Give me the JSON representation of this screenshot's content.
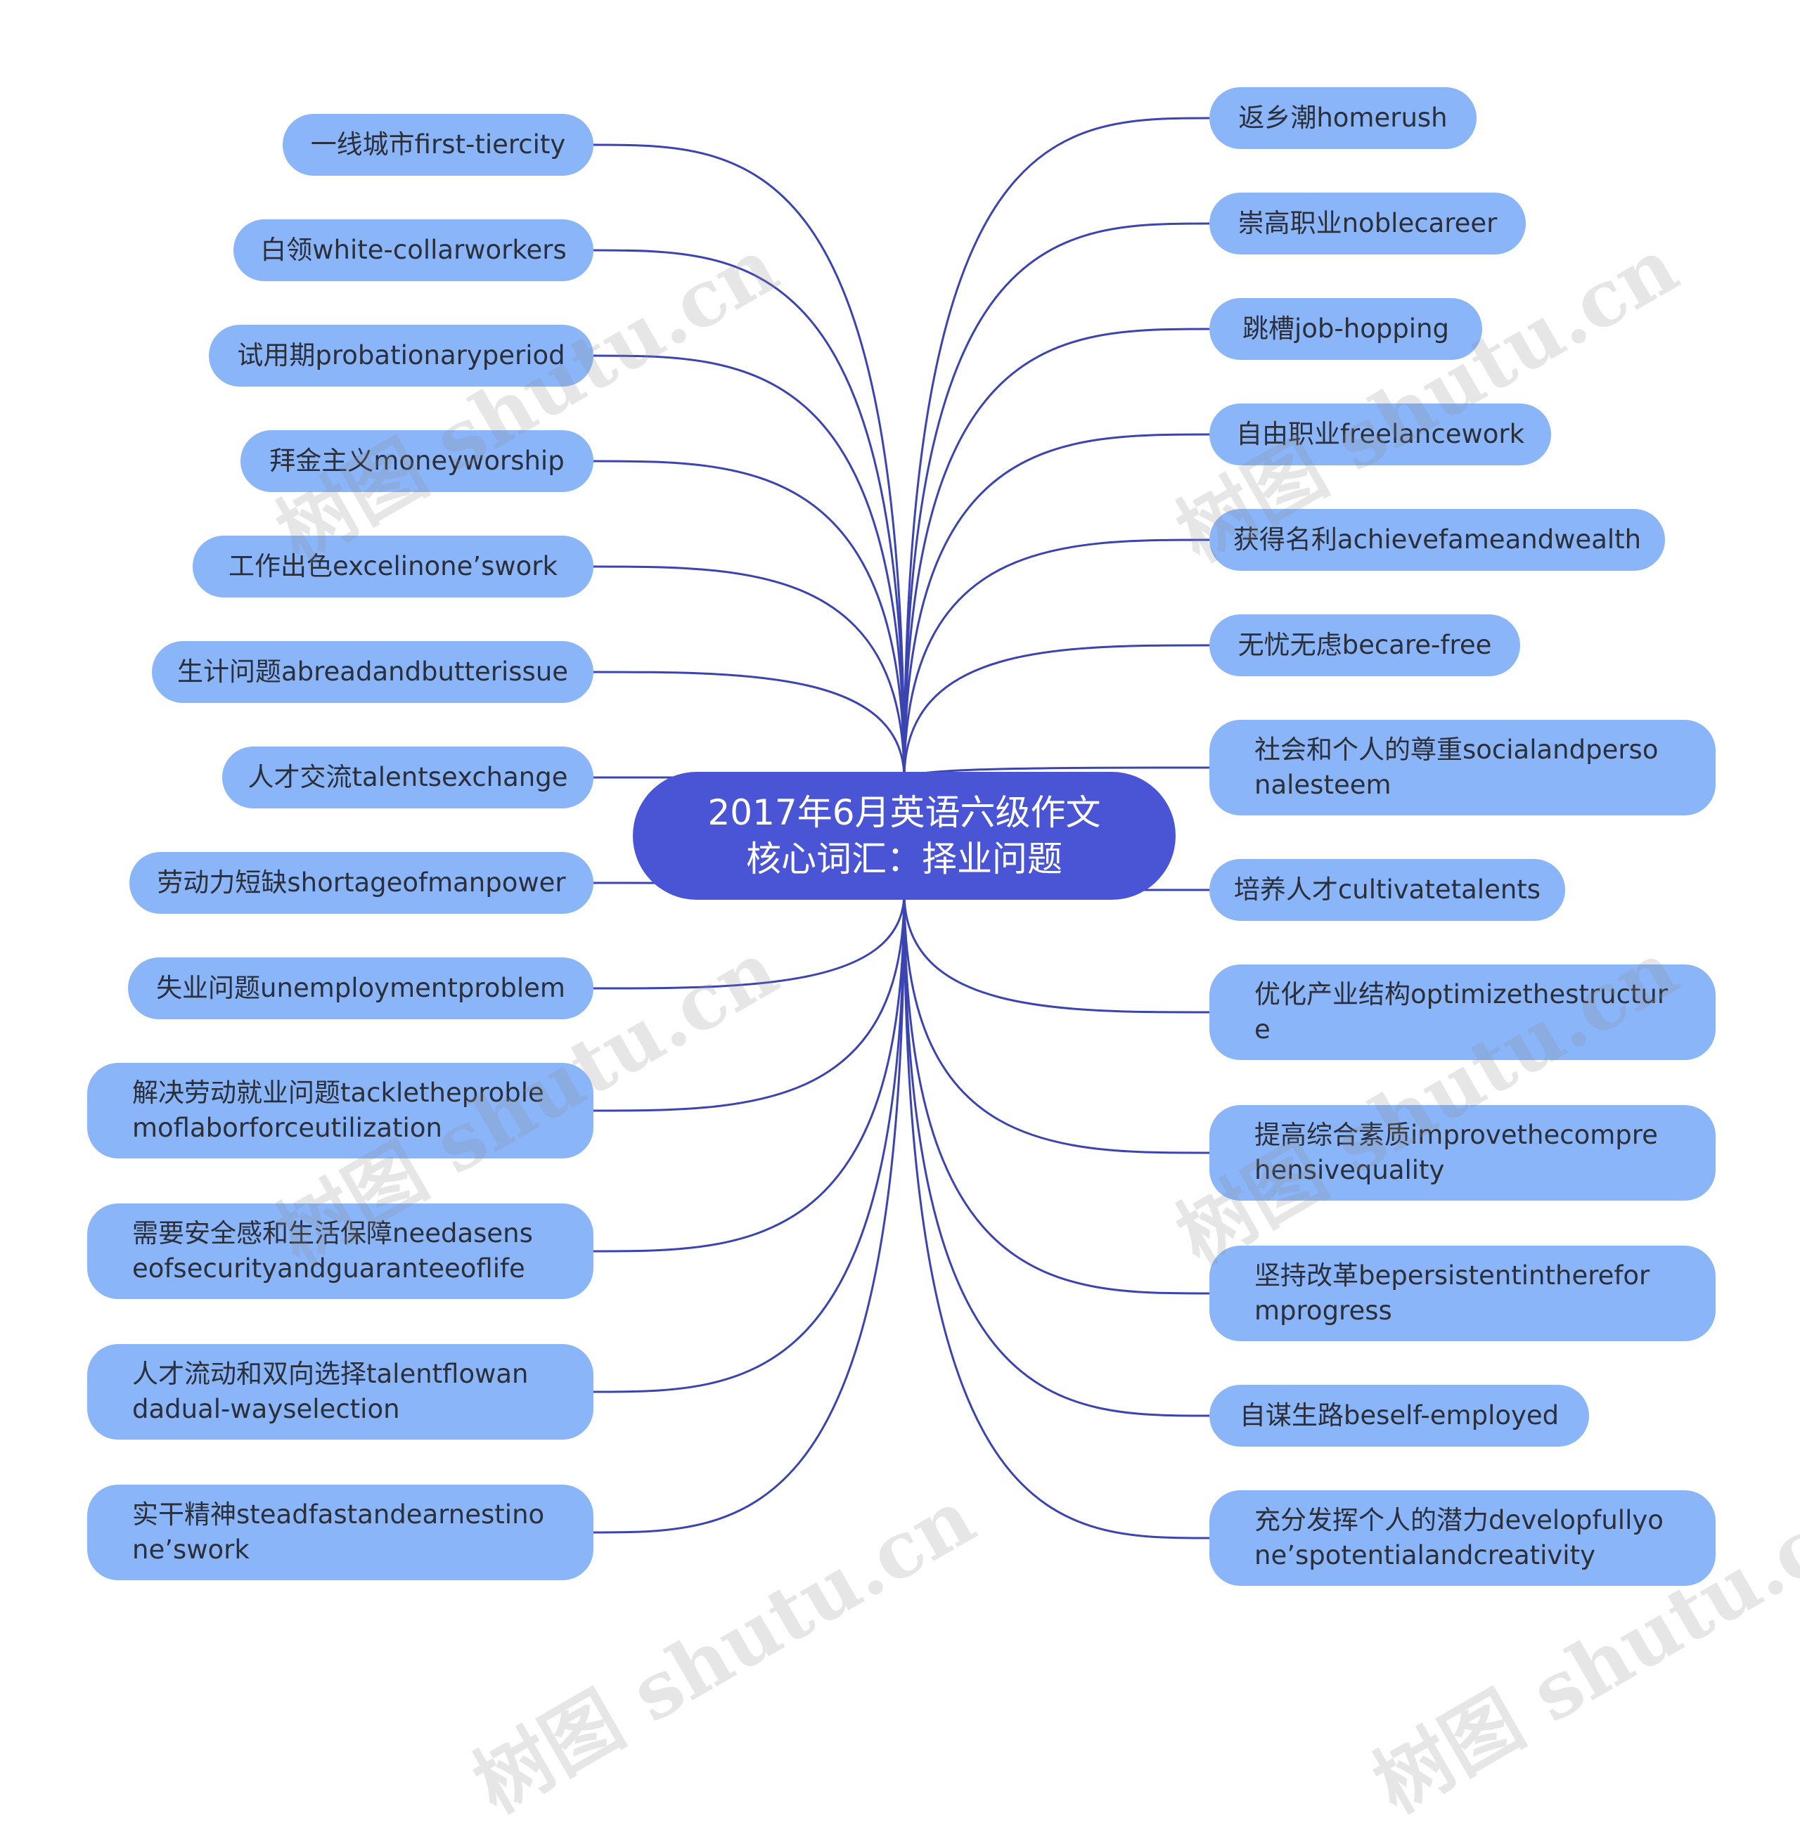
{
  "central": {
    "line1": "2017年6月英语六级作文",
    "line2": "核心词汇：择业问题"
  },
  "left_nodes": [
    {
      "lines": [
        "一线城市first-tiercity"
      ]
    },
    {
      "lines": [
        "白领white-collarworkers"
      ]
    },
    {
      "lines": [
        "试用期probationaryperiod"
      ]
    },
    {
      "lines": [
        "拜金主义moneyworship"
      ]
    },
    {
      "lines": [
        "工作出色excelinone’swork"
      ]
    },
    {
      "lines": [
        "生计问题abreadandbutterissue"
      ]
    },
    {
      "lines": [
        "人才交流talentsexchange"
      ]
    },
    {
      "lines": [
        "劳动力短缺shortageofmanpower"
      ]
    },
    {
      "lines": [
        "失业问题unemploymentproblem"
      ]
    },
    {
      "lines": [
        "解决劳动就业问题tackletheproble",
        "moflaborforceutilization"
      ]
    },
    {
      "lines": [
        "需要安全感和生活保障needasens",
        "eofsecurityandguaranteeoflife"
      ]
    },
    {
      "lines": [
        "人才流动和双向选择talentflowan",
        "dadual-wayselection"
      ]
    },
    {
      "lines": [
        "实干精神steadfastandearnestino",
        "ne’swork"
      ]
    }
  ],
  "right_nodes": [
    {
      "lines": [
        "返乡潮homerush"
      ]
    },
    {
      "lines": [
        "崇高职业noblecareer"
      ]
    },
    {
      "lines": [
        "跳槽job-hopping"
      ]
    },
    {
      "lines": [
        "自由职业freelancework"
      ]
    },
    {
      "lines": [
        "获得名利achievefameandwealth"
      ]
    },
    {
      "lines": [
        "无忧无虑becare-free"
      ]
    },
    {
      "lines": [
        "社会和个人的尊重socialandperso",
        "nalesteem"
      ]
    },
    {
      "lines": [
        "培养人才cultivatetalents"
      ]
    },
    {
      "lines": [
        "优化产业结构optimizethestructur",
        "e"
      ]
    },
    {
      "lines": [
        "提高综合素质improvethecompre",
        "hensivequality"
      ]
    },
    {
      "lines": [
        "坚持改革bepersistentintherefor",
        "mprogress"
      ]
    },
    {
      "lines": [
        "自谋生路beself-employed"
      ]
    },
    {
      "lines": [
        "充分发挥个人的潜力developfullyo",
        "ne’spotentialandcreativity"
      ]
    }
  ],
  "watermark": "树图 shutu.cn",
  "colors": {
    "central_fill": "#4a55d6",
    "node_fill": "#8bb5f9",
    "link_stroke": "#3b44b0",
    "text": "#2b2f3a"
  }
}
